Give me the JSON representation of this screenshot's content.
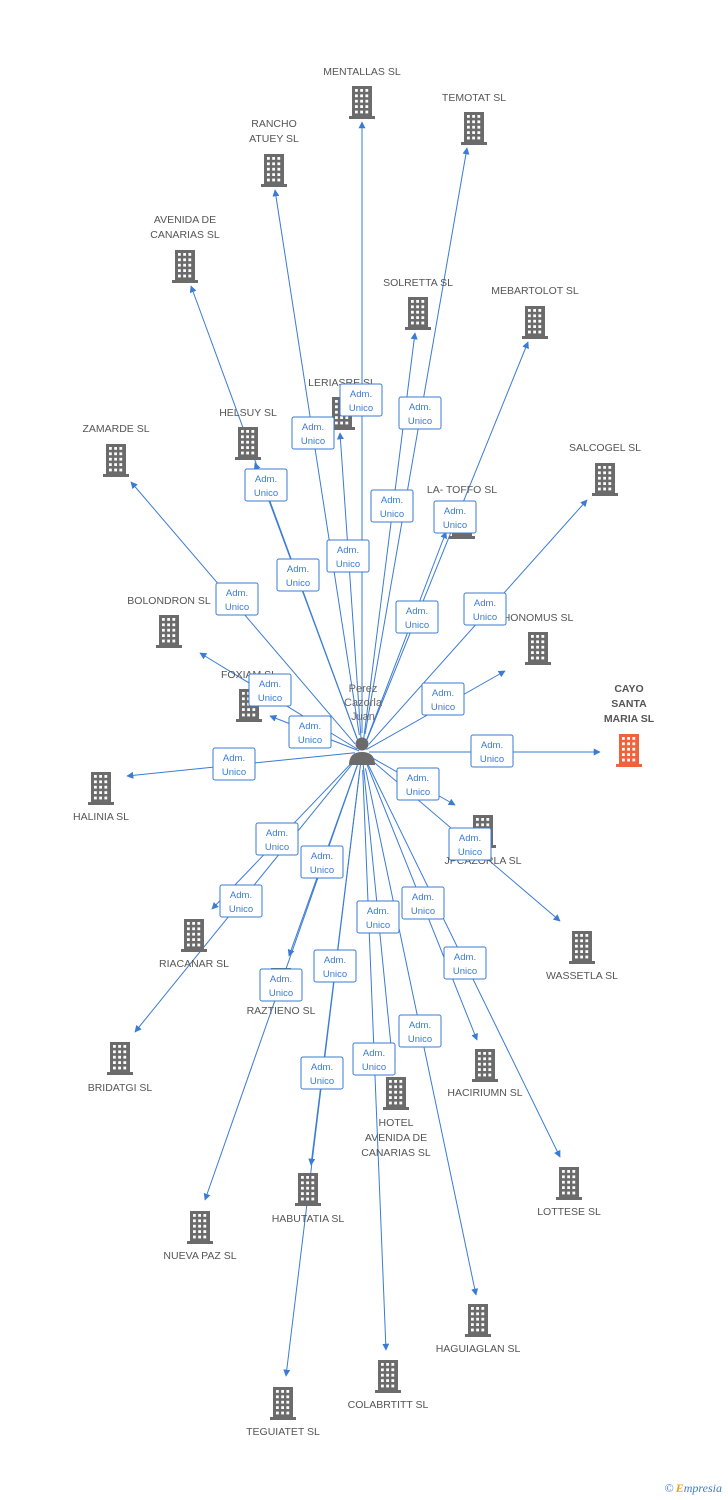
{
  "center": {
    "name_lines": [
      "Perez",
      "Cazorla",
      "Juan"
    ],
    "icon": "person-icon"
  },
  "relation_label_lines": [
    "Adm.",
    "Unico"
  ],
  "companies": [
    {
      "id": "mentallas",
      "lines": [
        "MENTALLAS SL"
      ],
      "highlight": false
    },
    {
      "id": "temotat",
      "lines": [
        "TEMOTAT SL"
      ],
      "highlight": false
    },
    {
      "id": "rancho-atuey",
      "lines": [
        "RANCHO",
        "ATUEY SL"
      ],
      "highlight": false
    },
    {
      "id": "avenida-canarias",
      "lines": [
        "AVENIDA DE",
        "CANARIAS SL"
      ],
      "highlight": false
    },
    {
      "id": "solretta",
      "lines": [
        "SOLRETTA SL"
      ],
      "highlight": false
    },
    {
      "id": "mebartolot",
      "lines": [
        "MEBARTOLOT SL"
      ],
      "highlight": false
    },
    {
      "id": "leriasre",
      "lines": [
        "LERIASRE SL"
      ],
      "highlight": false
    },
    {
      "id": "helsuy",
      "lines": [
        "HELSUY SL"
      ],
      "highlight": false
    },
    {
      "id": "zamarde",
      "lines": [
        "ZAMARDE SL"
      ],
      "highlight": false
    },
    {
      "id": "salcogel",
      "lines": [
        "SALCOGEL SL"
      ],
      "highlight": false
    },
    {
      "id": "la-toffo",
      "lines": [
        "LA- TOFFO SL"
      ],
      "highlight": false
    },
    {
      "id": "bolondron",
      "lines": [
        "BOLONDRON SL"
      ],
      "highlight": false
    },
    {
      "id": "honomus",
      "lines": [
        "HONOMUS SL"
      ],
      "highlight": false
    },
    {
      "id": "foxiam",
      "lines": [
        "FOXIAM SL"
      ],
      "highlight": false
    },
    {
      "id": "cayo-santa-maria",
      "lines": [
        "CAYO",
        "SANTA",
        "MARIA SL"
      ],
      "highlight": true
    },
    {
      "id": "halinia",
      "lines": [
        "HALINIA SL"
      ],
      "highlight": false
    },
    {
      "id": "jpcazorla",
      "lines": [
        "JPCAZORLA SL"
      ],
      "highlight": false
    },
    {
      "id": "wassetla",
      "lines": [
        "WASSETLA SL"
      ],
      "highlight": false
    },
    {
      "id": "riacanar",
      "lines": [
        "RIACANAR SL"
      ],
      "highlight": false
    },
    {
      "id": "raztieno",
      "lines": [
        "RAZTIENO SL"
      ],
      "highlight": false
    },
    {
      "id": "bridatgi",
      "lines": [
        "BRIDATGI SL"
      ],
      "highlight": false
    },
    {
      "id": "haciriumn",
      "lines": [
        "HACIRIUMN SL"
      ],
      "highlight": false
    },
    {
      "id": "hotel-avenida-canarias",
      "lines": [
        "HOTEL",
        "AVENIDA DE",
        "CANARIAS SL"
      ],
      "highlight": false
    },
    {
      "id": "lottese",
      "lines": [
        "LOTTESE SL"
      ],
      "highlight": false
    },
    {
      "id": "habutatia",
      "lines": [
        "HABUTATIA SL"
      ],
      "highlight": false
    },
    {
      "id": "nueva-paz",
      "lines": [
        "NUEVA PAZ SL"
      ],
      "highlight": false
    },
    {
      "id": "haguiaglan",
      "lines": [
        "HAGUIAGLAN SL"
      ],
      "highlight": false
    },
    {
      "id": "colabrtitt",
      "lines": [
        "COLABRTITT SL"
      ],
      "highlight": false
    },
    {
      "id": "teguiatet",
      "lines": [
        "TEGUIATET SL"
      ],
      "highlight": false
    }
  ],
  "colors": {
    "edge": "#3a7bd5",
    "building": "#6b6b6b",
    "highlight_building": "#f0623a",
    "label": "#555555"
  },
  "footer": {
    "copyright": "©",
    "brand_initial": "E",
    "brand_rest": "mpresia"
  }
}
